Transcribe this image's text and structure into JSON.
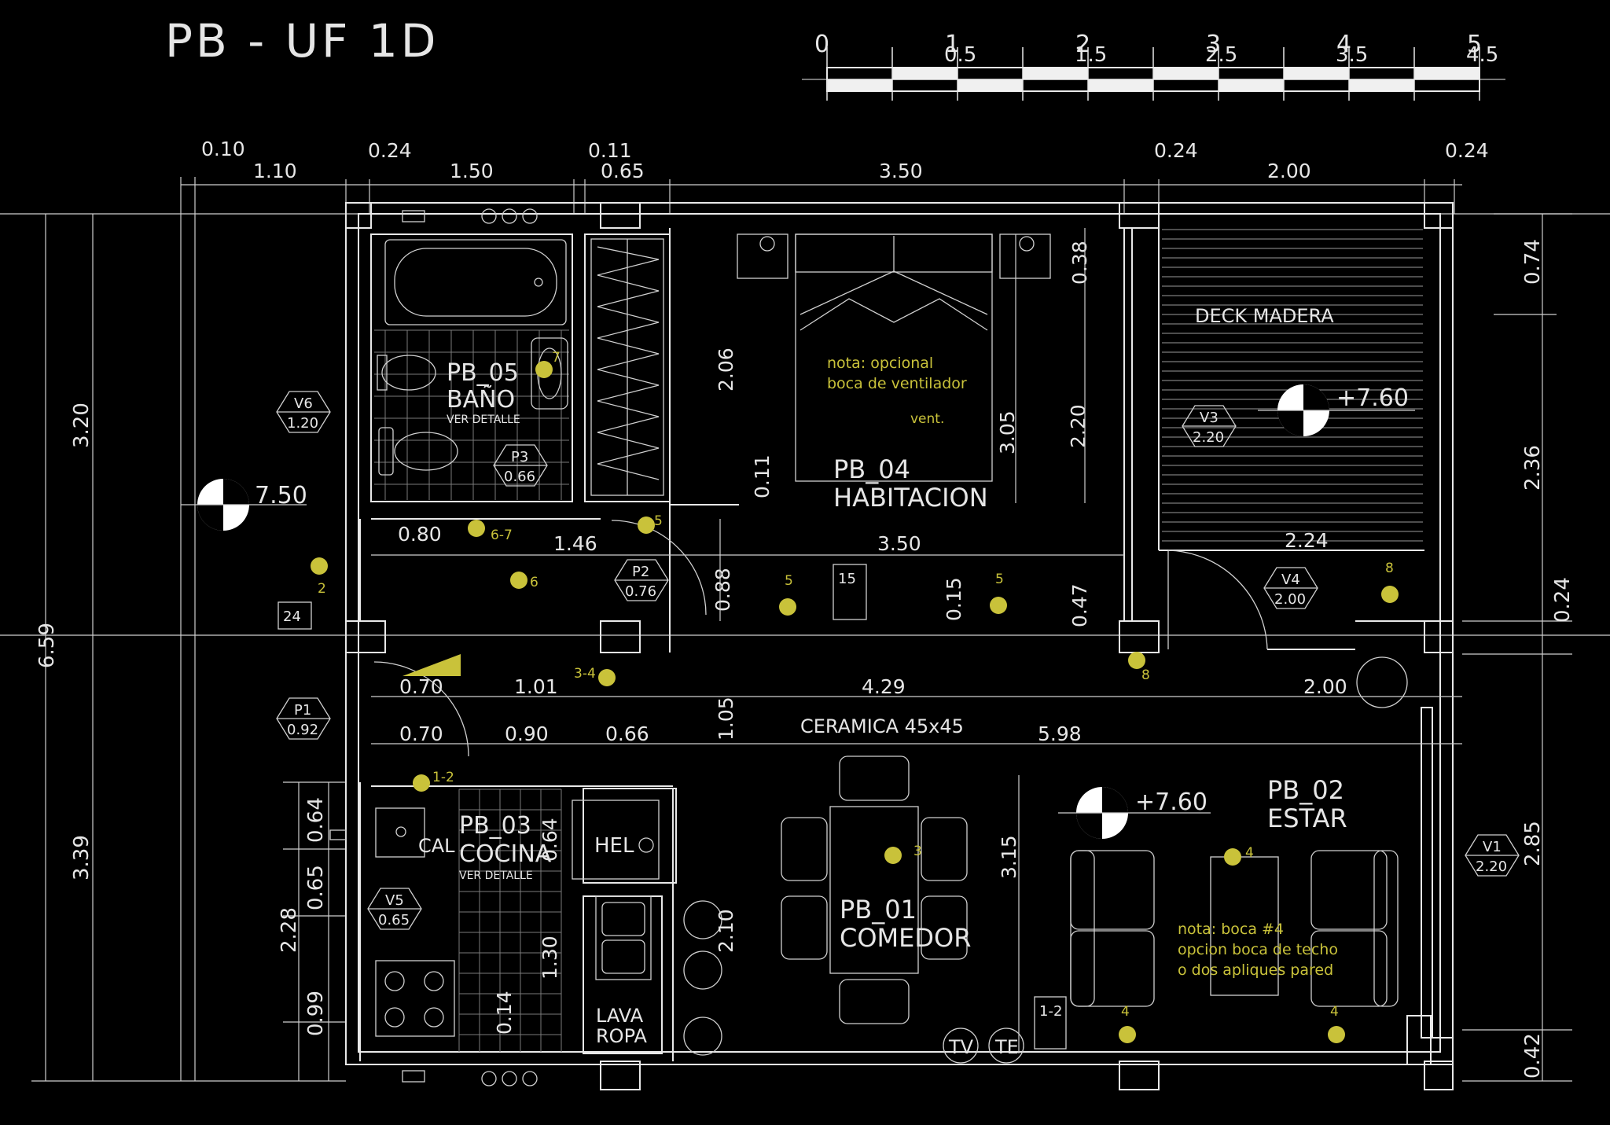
{
  "title": "PB - UF 1D",
  "colors": {
    "background": "#000000",
    "line": "#e8e8e8",
    "annotation": "#c9c23a"
  },
  "scale_labels": [
    "0",
    "0.5",
    "1",
    "1.5",
    "2",
    "2.5",
    "3",
    "3.5",
    "4",
    "4.5",
    "5"
  ],
  "top_dims": [
    "0.10",
    "1.10",
    "0.24",
    "1.50",
    "0.11",
    "0.65",
    "3.50",
    "0.24",
    "2.00",
    "0.24"
  ],
  "left_dims": [
    "3.20",
    "6.59",
    "3.39",
    "0.64",
    "2.28",
    "0.65",
    "0.99"
  ],
  "right_dims": [
    "0.74",
    "2.36",
    "0.24",
    "2.85",
    "0.42"
  ],
  "interior_dims": [
    "2.06",
    "3.05",
    "2.20",
    "0.38",
    "0.11",
    "0.80",
    "1.46",
    "3.50",
    "2.24",
    "0.88",
    "0.15",
    "0.47",
    "0.70",
    "1.01",
    "4.29",
    "2.00",
    "0.70",
    "0.90",
    "0.66",
    "1.05",
    "5.98",
    "0.64",
    "1.30",
    "0.14",
    "2.10",
    "3.15"
  ],
  "rooms": {
    "bano": {
      "code": "PB_05",
      "name": "BAÑO",
      "note": "VER DETALLE"
    },
    "habitacion": {
      "code": "PB_04",
      "name": "HABITACION"
    },
    "cocina": {
      "code": "PB_03",
      "name": "COCINA",
      "note": "VER DETALLE"
    },
    "comedor": {
      "code": "PB_01",
      "name": "COMEDOR"
    },
    "estar": {
      "code": "PB_02",
      "name": "ESTAR"
    },
    "deck": {
      "name": "DECK MADERA"
    }
  },
  "levels": {
    "deck": "+7.60",
    "exterior": "7.50",
    "estar": "+7.60"
  },
  "openings": [
    {
      "code": "V6",
      "size": "1.20"
    },
    {
      "code": "P3",
      "size": "0.66"
    },
    {
      "code": "P2",
      "size": "0.76"
    },
    {
      "code": "V3",
      "size": "2.20"
    },
    {
      "code": "V4",
      "size": "2.00"
    },
    {
      "code": "P1",
      "size": "0.92"
    },
    {
      "code": "V5",
      "size": "0.65"
    },
    {
      "code": "V1",
      "size": "2.20"
    }
  ],
  "floor_finish": "CERAMICA 45x45",
  "appliances": {
    "heladera": "HEL",
    "calefon": "CAL",
    "lavaropa_1": "LAVA",
    "lavaropa_2": "ROPA",
    "tv": "TV",
    "te": "TE"
  },
  "notes": {
    "habitacion_1": "nota: opcional",
    "habitacion_2": "boca de ventilador",
    "vent": "vent.",
    "estar_1": "nota: boca #4",
    "estar_2": "opcion boca de techo",
    "estar_3": "o dos apliques pared"
  },
  "circuit_labels": [
    "7",
    "6-7",
    "6",
    "5",
    "5",
    "5",
    "8",
    "8",
    "2",
    "3-4",
    "1-2",
    "3",
    "4",
    "4",
    "4"
  ],
  "panel_labels": [
    "24",
    "15",
    "1-2"
  ]
}
